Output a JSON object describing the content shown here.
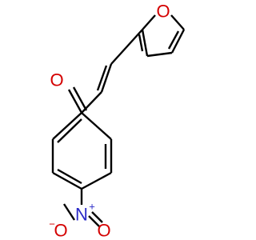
{
  "molecule": {
    "colors": {
      "bond": "#000000",
      "oxygen": "#d40000",
      "nitrogen": "#2a2ac8"
    },
    "atoms": {
      "furan_oxygen": "O",
      "carbonyl_oxygen": "O",
      "nitro_nitrogen": "N",
      "nitro_nitrogen_charge": "+",
      "nitro_oxygen_left": "O",
      "nitro_oxygen_left_charge": "−",
      "nitro_oxygen_right": "O"
    }
  }
}
